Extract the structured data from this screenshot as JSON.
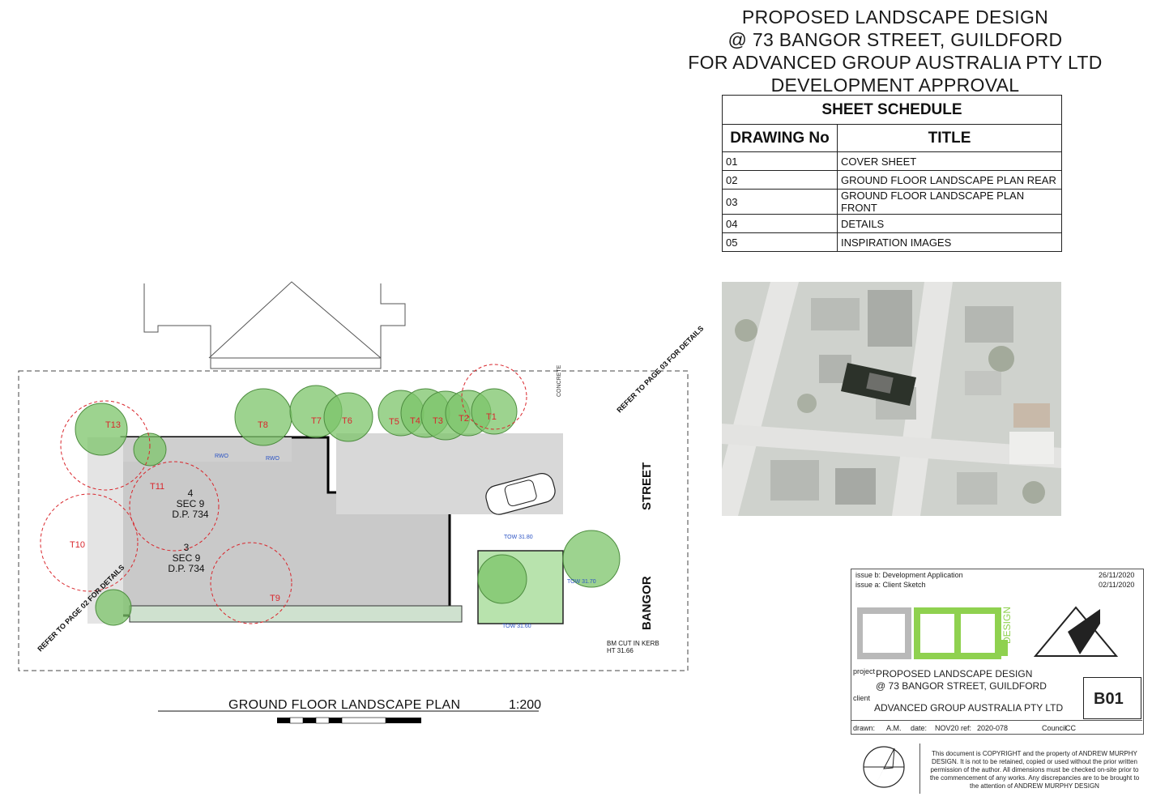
{
  "title": {
    "line1": "PROPOSED LANDSCAPE DESIGN",
    "line2": "@ 73 BANGOR STREET, GUILDFORD",
    "line3": "FOR ADVANCED GROUP AUSTRALIA PTY LTD",
    "line4": "DEVELOPMENT APPROVAL"
  },
  "schedule": {
    "heading": "SHEET SCHEDULE",
    "col_drawing": "DRAWING No",
    "col_title": "TITLE",
    "rows": [
      {
        "no": "01",
        "title": "COVER SHEET"
      },
      {
        "no": "02",
        "title": "GROUND FLOOR LANDSCAPE PLAN REAR"
      },
      {
        "no": "03",
        "title": "GROUND FLOOR LANDSCAPE PLAN FRONT"
      },
      {
        "no": "04",
        "title": "DETAILS"
      },
      {
        "no": "05",
        "title": "INSPIRATION IMAGES"
      }
    ]
  },
  "plan": {
    "caption": "GROUND FLOOR LANDSCAPE PLAN",
    "scale": "1:200",
    "street_label_1": "STREET",
    "street_label_2": "BANGOR",
    "refer_left": "REFER TO PAGE 02 FOR DETAILS",
    "refer_right": "REFER TO PAGE 03 FOR DETAILS",
    "lot4_a": "4",
    "lot4_b": "SEC 9",
    "lot4_c": "D.P. 734",
    "lot3_a": "3",
    "lot3_b": "SEC 9",
    "lot3_c": "D.P. 734",
    "bm": "BM CUT IN KERB",
    "bm_ht": "HT 31.66",
    "trees": [
      "T1",
      "T2",
      "T3",
      "T4",
      "T5",
      "T6",
      "T7",
      "T8",
      "T9",
      "T10",
      "T11",
      "T13"
    ],
    "rwo": "RWO",
    "tow1": "TOW 31.80",
    "tow2": "TOW 31.70",
    "tow3": "TOW 31.60",
    "concrete": "CONCRETE"
  },
  "titleblock": {
    "issue_b": "issue b: Development Application",
    "issue_b_date": "26/11/2020",
    "issue_a": "issue a: Client Sketch",
    "issue_a_date": "02/11/2020",
    "logo_text": "DESIGN",
    "project_label": "project",
    "project_line1": "PROPOSED LANDSCAPE DESIGN",
    "project_line2": "@ 73 BANGOR STREET, GUILDFORD",
    "client_label": "client",
    "client_name": "ADVANCED GROUP AUSTRALIA PTY LTD",
    "sheet_no": "B01",
    "drawn_label": "drawn:",
    "drawn_val": "A.M.",
    "date_label": "date:",
    "date_val": "NOV20",
    "ref_label": "ref:",
    "ref_val": "2020-078",
    "council_label": "Council",
    "council_val": "CC",
    "legal": "This document is COPYRIGHT and the property of ANDREW MURPHY DESIGN. It is not to be retained, copied or used without the prior written permission of the author. All dimensions must be checked on-site prior to the commencement of any works. Any discrepancies are to be brought to the attention of ANDREW MURPHY DESIGN"
  },
  "colors": {
    "tree_green": "#7cc46a",
    "logo_green": "#8fd14f",
    "logo_grey": "#b9b9b9",
    "tree_label_red": "#d9262c",
    "paving_grey": "#c9c9c9"
  }
}
